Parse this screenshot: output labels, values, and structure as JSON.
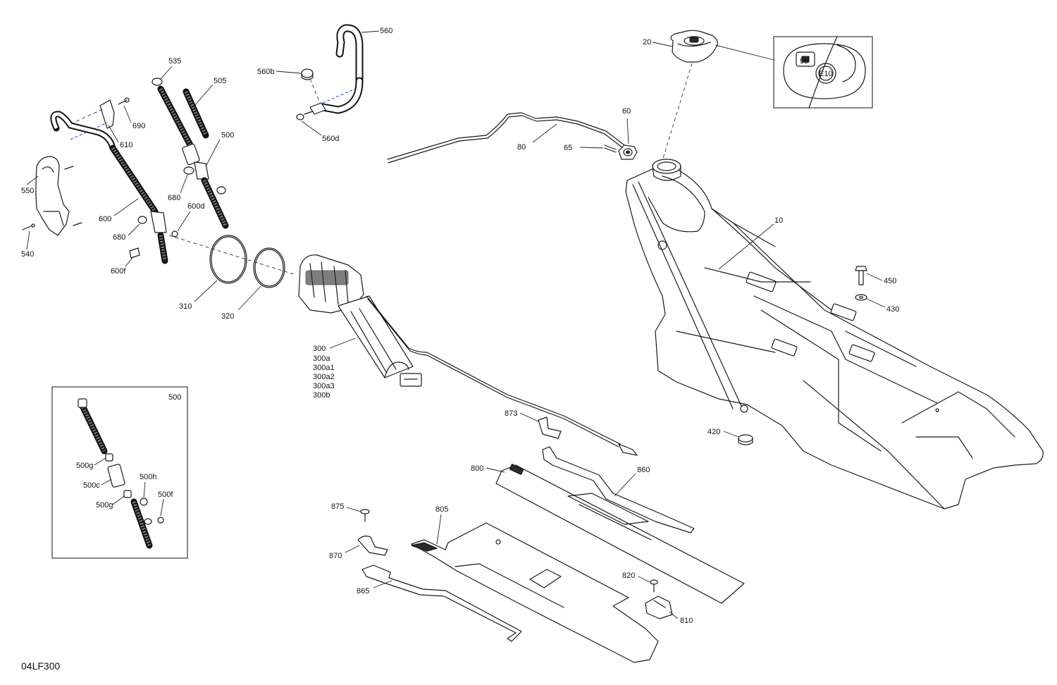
{
  "diagram": {
    "drawing_code": "04LF300",
    "callouts": [
      {
        "id": "c-20",
        "text": "20"
      },
      {
        "id": "c-560",
        "text": "560"
      },
      {
        "id": "c-560b",
        "text": "560b"
      },
      {
        "id": "c-560d",
        "text": "560d"
      },
      {
        "id": "c-535",
        "text": "535"
      },
      {
        "id": "c-505",
        "text": "505"
      },
      {
        "id": "c-500",
        "text": "500"
      },
      {
        "id": "c-690",
        "text": "690"
      },
      {
        "id": "c-610",
        "text": "610"
      },
      {
        "id": "c-550",
        "text": "550"
      },
      {
        "id": "c-540",
        "text": "540"
      },
      {
        "id": "c-600",
        "text": "600"
      },
      {
        "id": "c-680a",
        "text": "680"
      },
      {
        "id": "c-680b",
        "text": "680"
      },
      {
        "id": "c-600d",
        "text": "600d"
      },
      {
        "id": "c-600f",
        "text": "600f"
      },
      {
        "id": "c-310",
        "text": "310"
      },
      {
        "id": "c-320",
        "text": "320"
      },
      {
        "id": "c-300",
        "text": "300"
      },
      {
        "id": "c-300a",
        "text": "300a"
      },
      {
        "id": "c-300a1",
        "text": "300a1"
      },
      {
        "id": "c-300a2",
        "text": "300a2"
      },
      {
        "id": "c-300a3",
        "text": "300a3"
      },
      {
        "id": "c-300b",
        "text": "300b"
      },
      {
        "id": "c-80",
        "text": "80"
      },
      {
        "id": "c-65",
        "text": "65"
      },
      {
        "id": "c-60",
        "text": "60"
      },
      {
        "id": "c-10",
        "text": "10"
      },
      {
        "id": "c-450",
        "text": "450"
      },
      {
        "id": "c-430",
        "text": "430"
      },
      {
        "id": "c-420",
        "text": "420"
      },
      {
        "id": "c-873",
        "text": "873"
      },
      {
        "id": "c-860",
        "text": "860"
      },
      {
        "id": "c-800",
        "text": "800"
      },
      {
        "id": "c-805",
        "text": "805"
      },
      {
        "id": "c-875",
        "text": "875"
      },
      {
        "id": "c-870",
        "text": "870"
      },
      {
        "id": "c-865",
        "text": "865"
      },
      {
        "id": "c-820",
        "text": "820"
      },
      {
        "id": "c-810",
        "text": "810"
      },
      {
        "id": "c-inset500",
        "text": "500"
      },
      {
        "id": "c-500g-a",
        "text": "500g"
      },
      {
        "id": "c-500c",
        "text": "500c"
      },
      {
        "id": "c-500h",
        "text": "500h"
      },
      {
        "id": "c-500f",
        "text": "500f"
      },
      {
        "id": "c-500g-b",
        "text": "500g"
      }
    ],
    "cap_detail_marks": [
      "95",
      "E10"
    ]
  }
}
